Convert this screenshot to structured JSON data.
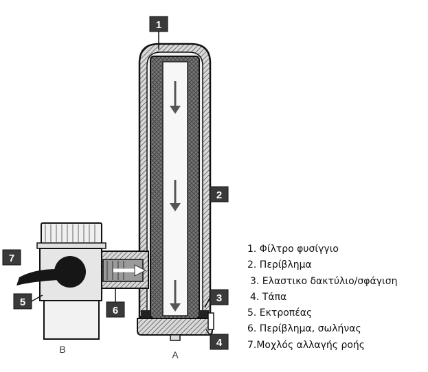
{
  "callouts": {
    "c1": "1",
    "c2": "2",
    "c3": "3",
    "c4": "4",
    "c5": "5",
    "c6": "6",
    "c7": "7"
  },
  "port_labels": {
    "a": "A",
    "b": "B"
  },
  "legend": [
    "1. Φίλτρο φυσίγγιο",
    "2. Περίβλημα",
    "3. Ελαστικο δακτύλιο/σφάγιση",
    "4. Τάπα",
    "5. Εκτροπέας",
    "6. Περίβλημα, σωλήνας",
    "7.Μοχλός αλλαγής ροής"
  ],
  "colors": {
    "ink": "#111111",
    "badge": "#3a3a3a",
    "badge_text": "#ffffff",
    "cartridge": "#6e6e6e",
    "body_fill": "#e6e6e6"
  }
}
